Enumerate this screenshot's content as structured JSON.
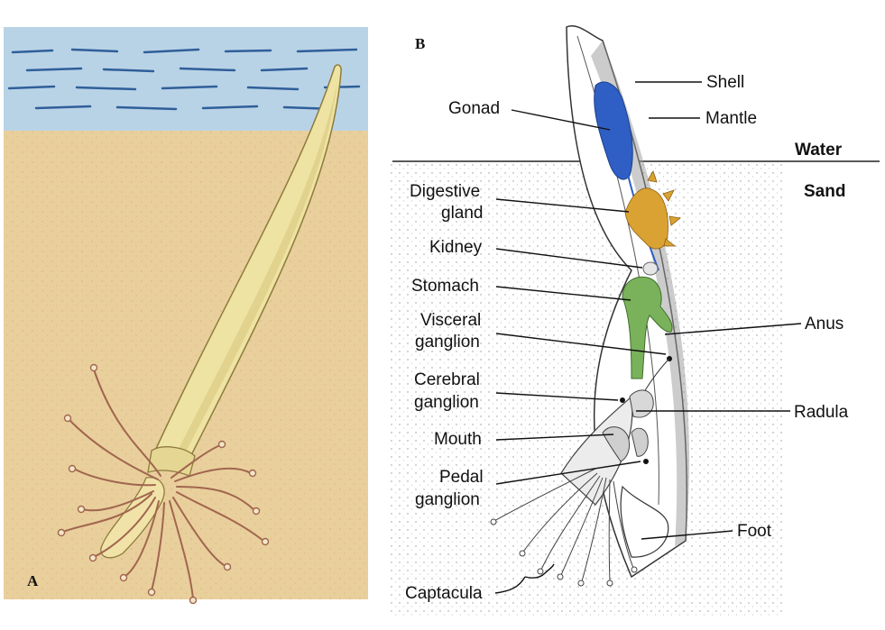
{
  "panels": {
    "a": "A",
    "b": "B"
  },
  "zones": {
    "water": "Water",
    "sand": "Sand"
  },
  "labels": {
    "shell": "Shell",
    "mantle": "Mantle",
    "gonad": "Gonad",
    "digestive_line1": "Digestive",
    "digestive_line2": "gland",
    "kidney": "Kidney",
    "stomach": "Stomach",
    "visceral_line1": "Visceral",
    "visceral_line2": "ganglion",
    "cerebral_line1": "Cerebral",
    "cerebral_line2": "ganglion",
    "mouth": "Mouth",
    "pedal_line1": "Pedal",
    "pedal_line2": "ganglion",
    "anus": "Anus",
    "radula": "Radula",
    "foot": "Foot",
    "captacula": "Captacula"
  },
  "colors": {
    "water": "#b9d3e6",
    "water_streak": "#2f5f9a",
    "sand": "#e9cf9c",
    "shell_fill": "#eee3a2",
    "gonad": "#2f5fc4",
    "digestive_gland": "#d9a232",
    "stomach": "#79b25a"
  }
}
